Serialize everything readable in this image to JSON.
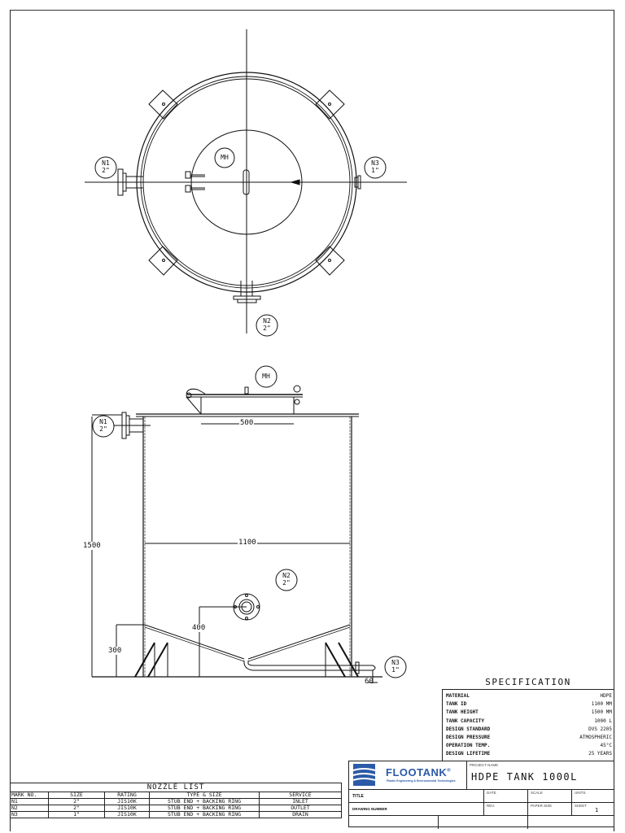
{
  "drawing": {
    "plan_view": {
      "labels": {
        "n1": {
          "mark": "N1",
          "size": "2\""
        },
        "n2": {
          "mark": "N2",
          "size": "2\""
        },
        "n3": {
          "mark": "N3",
          "size": "1\""
        },
        "mh": "MH"
      }
    },
    "elevation_view": {
      "labels": {
        "mh": "MH",
        "n1": {
          "mark": "N1",
          "size": "2\""
        },
        "n2": {
          "mark": "N2",
          "size": "2\""
        },
        "n3": {
          "mark": "N3",
          "size": "1\""
        }
      },
      "dimensions": {
        "manhole_width": "500",
        "tank_diameter": "1100",
        "tank_height": "1500",
        "outlet_height": "400",
        "cone_height": "300",
        "drain_offset": "60"
      }
    }
  },
  "specification": {
    "title": "SPECIFICATION",
    "rows": [
      {
        "label": "MATERIAL",
        "value": "HDPE"
      },
      {
        "label": "TANK ID",
        "value": "1100 MM"
      },
      {
        "label": "TANK HEIGHT",
        "value": "1500 MM"
      },
      {
        "label": "TANK CAPACITY",
        "value": "1000 L"
      },
      {
        "label": "DESIGN STANDARD",
        "value": "DVS 2205"
      },
      {
        "label": "DESIGN PRESSURE",
        "value": "ATMOSPHERIC"
      },
      {
        "label": "OPERATION TEMP.",
        "value": "45°C"
      },
      {
        "label": "DESIGN LIFETIME",
        "value": "25 YEARS"
      }
    ]
  },
  "nozzle_list": {
    "title": "NOZZLE LIST",
    "headers": [
      "MARK NO.",
      "SIZE",
      "RATING",
      "TYPE & SIZE",
      "SERVICE"
    ],
    "rows": [
      [
        "N1",
        "2\"",
        "JIS10K",
        "STUB END + BACKING RING",
        "INLET"
      ],
      [
        "N2",
        "2\"",
        "JIS10K",
        "STUB END + BACKING RING",
        "OUTLET"
      ],
      [
        "N3",
        "1\"",
        "JIS10K",
        "STUB END + BACKING RING",
        "DRAIN"
      ]
    ]
  },
  "title_block": {
    "company": "FLOOTANK",
    "registered": "®",
    "tagline": "Plastic Engineering & Environmental Technologies",
    "project_name_label": "PROJECT NAME",
    "project_name": "HDPE TANK 1000L",
    "title_label": "TITLE",
    "date_label": "DATE",
    "scale_label": "SCALE",
    "units_label": "UNITS",
    "drawing_number_label": "DRAWING NUMBER",
    "rev_label": "REV.",
    "paper_size_label": "PAPER SIZE",
    "sheet_label": "SHEET",
    "sheet_value": "1"
  },
  "colors": {
    "line": "#111111",
    "brand_blue": "#2b5aa8"
  }
}
